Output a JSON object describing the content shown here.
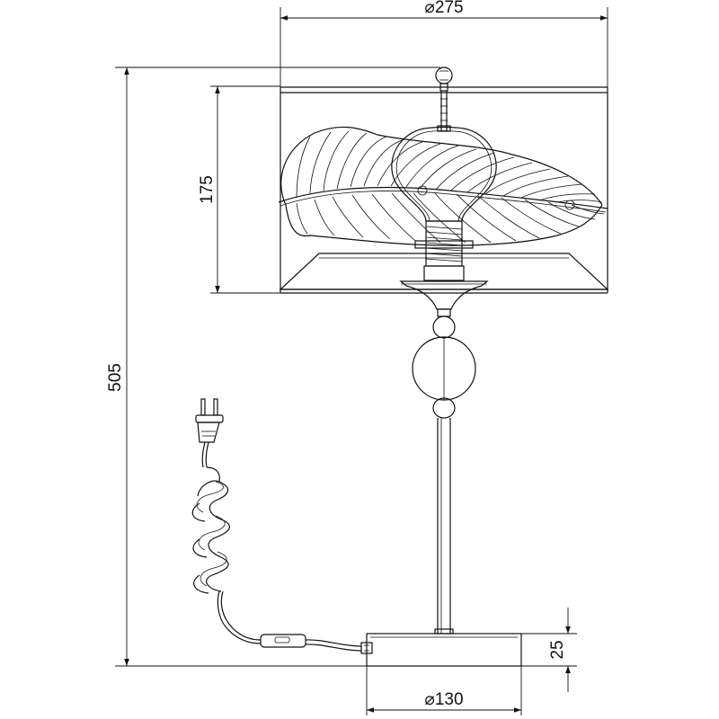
{
  "drawing": {
    "dimensions": {
      "shade_diameter": "⌀275",
      "shade_height": "175",
      "total_height": "505",
      "base_height": "25",
      "base_diameter": "⌀130"
    }
  }
}
